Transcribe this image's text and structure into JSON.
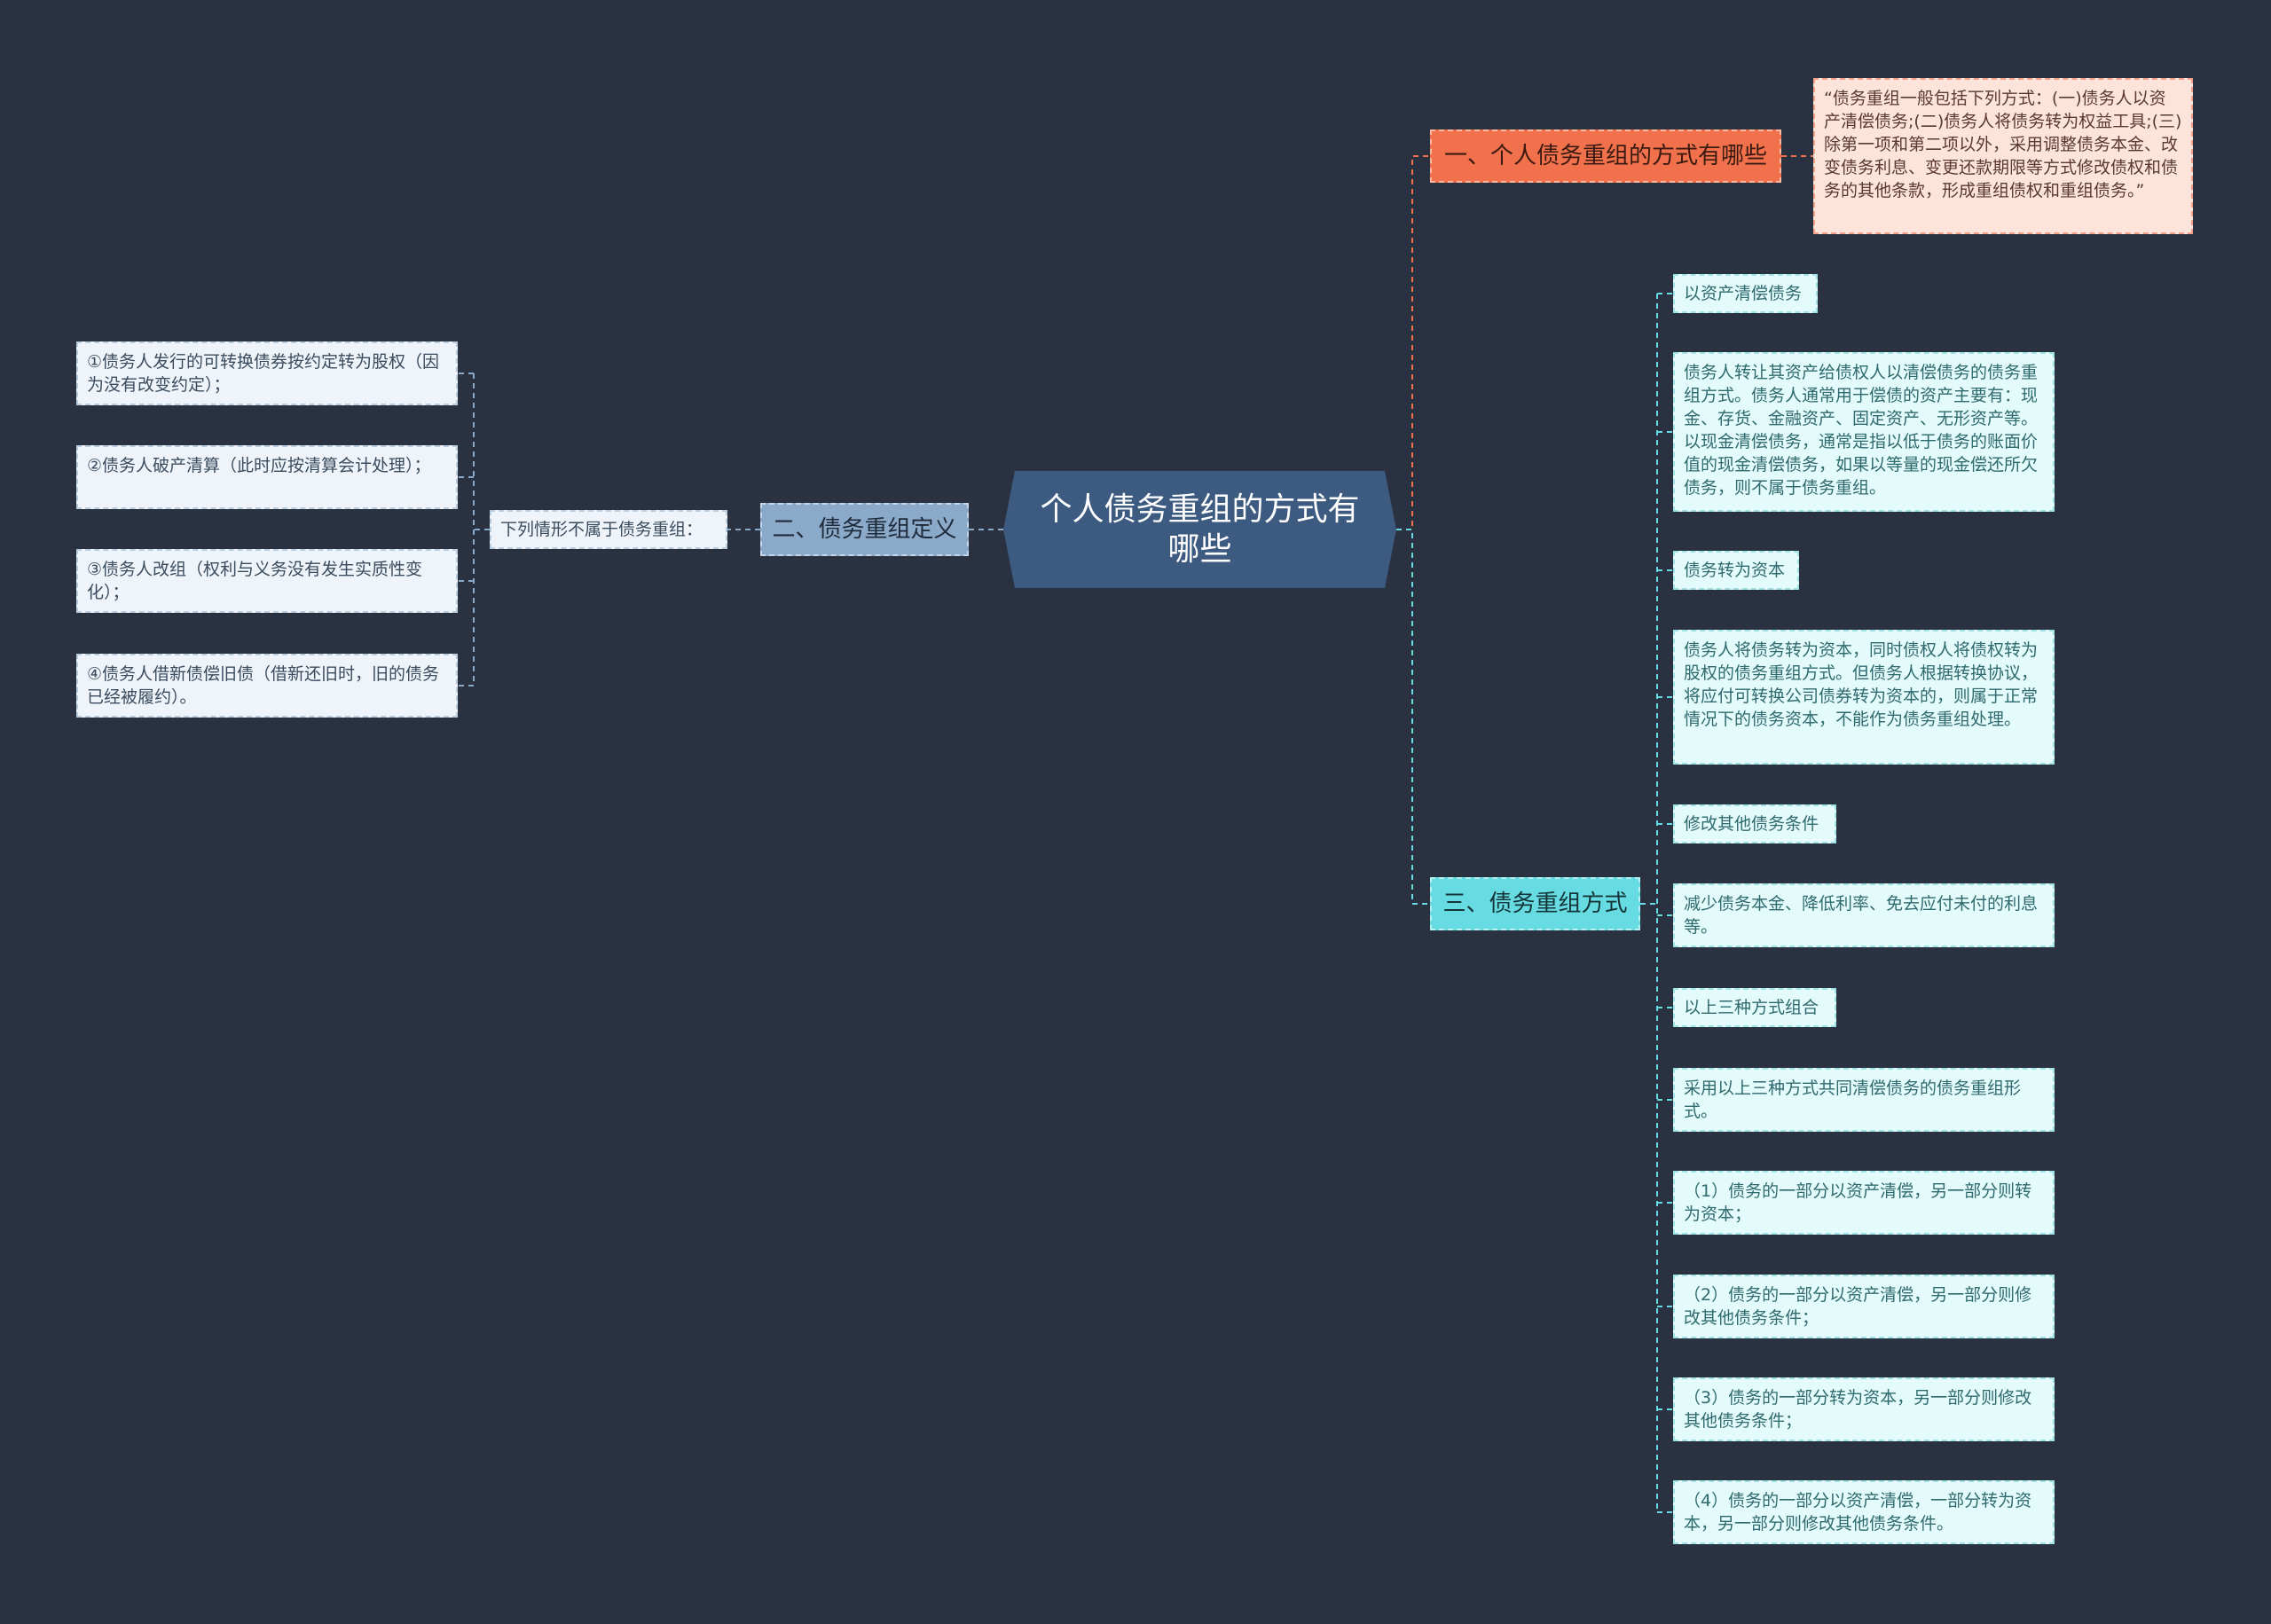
{
  "central": "个人债务重组的方式有哪些",
  "branch1": {
    "title": "一、个人债务重组的方式有哪些",
    "note": "“债务重组一般包括下列方式：(一)债务人以资产清偿债务;(二)债务人将债务转为权益工具;(三)除第一项和第二项以外，采用调整债务本金、改变债务利息、变更还款期限等方式修改债权和债务的其他条款，形成重组债权和重组债务。”"
  },
  "branch2": {
    "title": "二、债务重组定义",
    "sub": "下列情形不属于债务重组：",
    "items": [
      "①债务人发行的可转换债券按约定转为股权（因为没有改变约定）；",
      "②债务人破产清算（此时应按清算会计处理）；",
      "③债务人改组（权利与义务没有发生实质性变化）；",
      "④债务人借新债偿旧债（借新还旧时，旧的债务已经被履约）。"
    ]
  },
  "branch3": {
    "title": "三、债务重组方式",
    "items": [
      "以资产清偿债务",
      "债务人转让其资产给债权人以清偿债务的债务重组方式。债务人通常用于偿债的资产主要有：现金、存货、金融资产、固定资产、无形资产等。以现金清偿债务，通常是指以低于债务的账面价值的现金清偿债务，如果以等量的现金偿还所欠债务，则不属于债务重组。",
      "债务转为资本",
      "债务人将债务转为资本，同时债权人将债权转为股权的债务重组方式。但债务人根据转换协议，将应付可转换公司债券转为资本的，则属于正常情况下的债务资本，不能作为债务重组处理。",
      "修改其他债务条件",
      "减少债务本金、降低利率、免去应付未付的利息等。",
      "以上三种方式组合",
      "采用以上三种方式共同清偿债务的债务重组形式。",
      "（1）债务的一部分以资产清偿，另一部分则转为资本；",
      "（2）债务的一部分以资产清偿，另一部分则修改其他债务条件；",
      "（3）债务的一部分转为资本，另一部分则修改其他债务条件；",
      "（4）债务的一部分以资产清偿，一部分转为资本，另一部分则修改其他债务条件。"
    ]
  },
  "colors": {
    "background": "#2a3140",
    "central": "#3d5a80",
    "branch1": "#f0714b",
    "branch2": "#8ba9c9",
    "branch3": "#66dbe1"
  }
}
